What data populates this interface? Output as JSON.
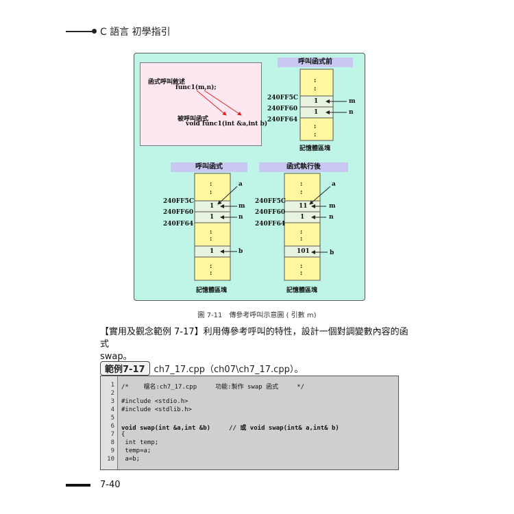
{
  "header": {
    "title": "C 語言 初學指引"
  },
  "figure": {
    "call_box": {
      "desc": "函式呼叫敘述",
      "call": "func1(m,n);",
      "callee_desc": "被呼叫函式",
      "callee": "void func1(int &a,int b)"
    },
    "before": {
      "title": "呼叫函式前",
      "footer": "記憶體區塊",
      "addresses": [
        "240FF5C",
        "240FF60",
        "240FF64"
      ],
      "cells": [
        "1",
        "1"
      ],
      "vars": [
        "m",
        "n"
      ]
    },
    "during": {
      "title": "呼叫函式",
      "footer": "記憶體區塊",
      "addresses": [
        "240FF5C",
        "240FF60",
        "240FF64"
      ],
      "cells": [
        "1",
        "1",
        "1"
      ],
      "vars": [
        "a",
        "m",
        "n",
        "b"
      ]
    },
    "after": {
      "title": "函式執行後",
      "footer": "記憶體區塊",
      "addresses": [
        "240FF5C",
        "240FF60",
        "240FF64"
      ],
      "cells": [
        "11",
        "1",
        "101"
      ],
      "vars": [
        "a",
        "m",
        "n",
        "b"
      ]
    },
    "dots": ":",
    "caption": "圖 7-11　傳參考呼叫示意圖 ( 引數 m)"
  },
  "paragraph": {
    "line1": "【實用及觀念範例 7-17】利用傳參考呼叫的特性，設計一個對調變數內容的函式",
    "line2": "swap。"
  },
  "example": {
    "badge": "範例7-17",
    "file": "ch7_17.cpp（ch07\\ch7_17.cpp）。"
  },
  "code": {
    "line_numbers": [
      "1",
      "2",
      "3",
      "4",
      "5",
      "6",
      "7",
      "8",
      "9",
      "10"
    ],
    "lines": [
      "/*    檔名:ch7_17.cpp     功能:製作 swap 函式     */",
      "",
      "#include <stdio.h>",
      "#include <stdlib.h>",
      "",
      "void swap(int &a,int &b)     // 或 void swap(int& a,int& b)",
      "{",
      " int temp;",
      " temp=a;",
      " a=b;"
    ]
  },
  "footer": {
    "page_number": "7-40"
  }
}
